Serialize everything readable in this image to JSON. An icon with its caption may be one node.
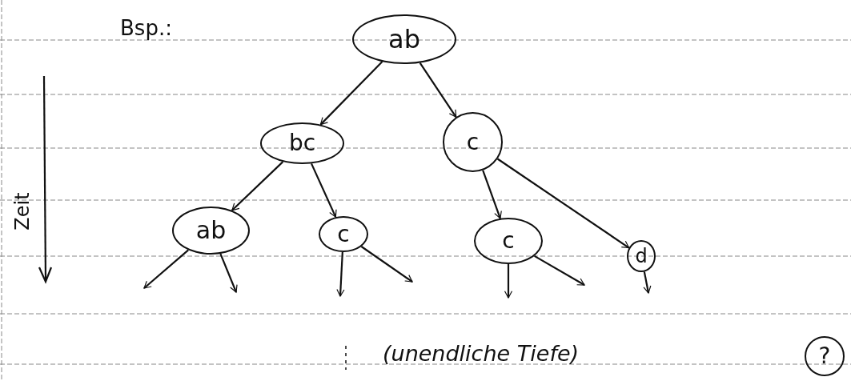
{
  "diagram": {
    "nodes": [
      {
        "text": [
          "ab"
        ]
      },
      {
        "text": [
          "bc"
        ]
      },
      {
        "text": [
          "c"
        ]
      },
      {
        "text": [
          "ab"
        ]
      },
      {
        "text": [
          "c"
        ]
      },
      {
        "text": [
          "c"
        ]
      },
      {
        "text": [
          "d"
        ]
      },
      {
        "text": [
          "?"
        ]
      }
    ],
    "edges": [
      {
        "from": 0,
        "to": 1,
        "arrow": "to"
      },
      {
        "from": 0,
        "to": 2,
        "arrow": "to"
      },
      {
        "from": 1,
        "to": 3,
        "arrow": "to"
      },
      {
        "from": 1,
        "to": 4,
        "arrow": "to"
      },
      {
        "from": 2,
        "to": 5,
        "arrow": "to"
      },
      {
        "from": 2,
        "to": 6,
        "arrow": "to"
      },
      {
        "from": 3,
        "to": null,
        "arrow": "to"
      },
      {
        "from": 3,
        "to": null,
        "arrow": "to"
      },
      {
        "from": 4,
        "to": null,
        "arrow": "to"
      },
      {
        "from": 4,
        "to": null,
        "arrow": "to"
      },
      {
        "from": 5,
        "to": null,
        "arrow": "to"
      },
      {
        "from": 5,
        "to": null,
        "arrow": "to"
      },
      {
        "from": 6,
        "to": null,
        "arrow": "to"
      }
    ],
    "labels": [
      "Bsp.:",
      "Zeit",
      "(unendliche Tiefe)"
    ]
  }
}
